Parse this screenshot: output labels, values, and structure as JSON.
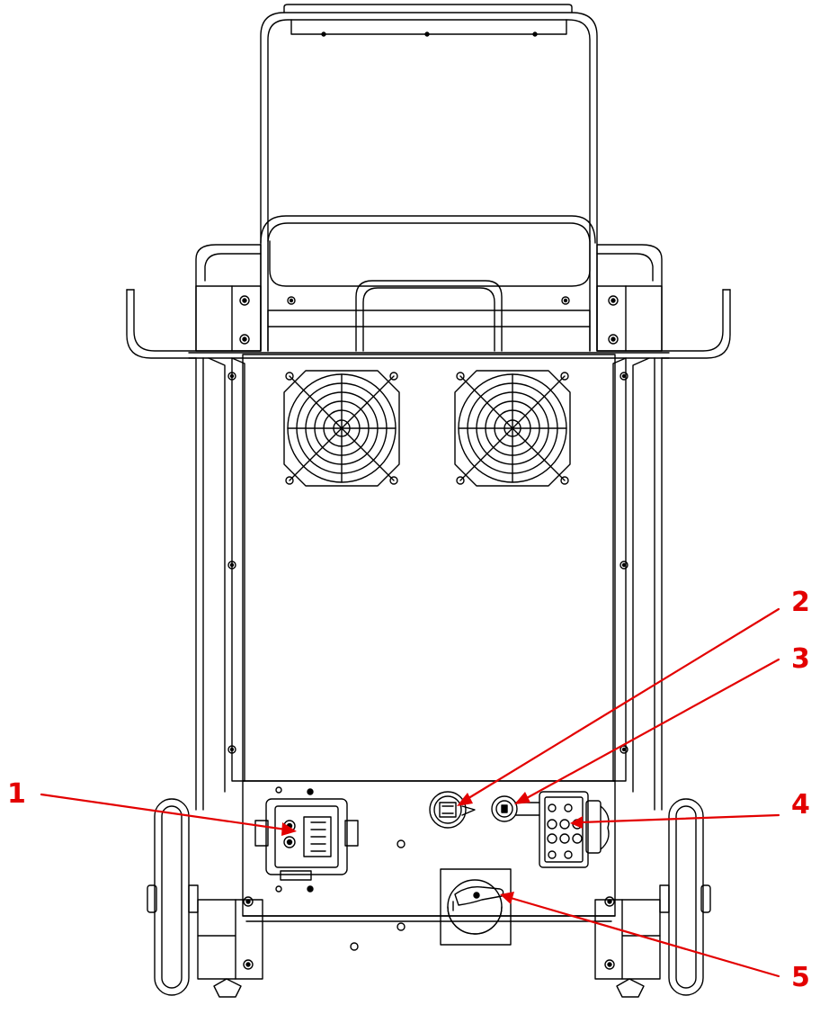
{
  "callouts": [
    {
      "label": "1"
    },
    {
      "label": "2"
    },
    {
      "label": "3"
    },
    {
      "label": "4"
    },
    {
      "label": "5"
    }
  ],
  "colors": {
    "line": "#000000",
    "callout": "#e30000",
    "background": "#ffffff"
  }
}
